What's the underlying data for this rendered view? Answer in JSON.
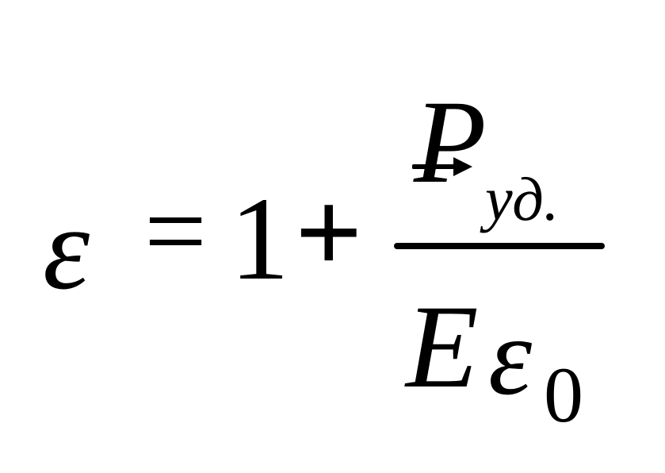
{
  "formula": {
    "lhs": "ε",
    "equals": "=",
    "one": "1",
    "plus": "+",
    "numerator": {
      "symbol": "P",
      "subscript": "уд."
    },
    "denominator": {
      "field": "E",
      "epsilon": "ε",
      "subscript": "0"
    }
  }
}
